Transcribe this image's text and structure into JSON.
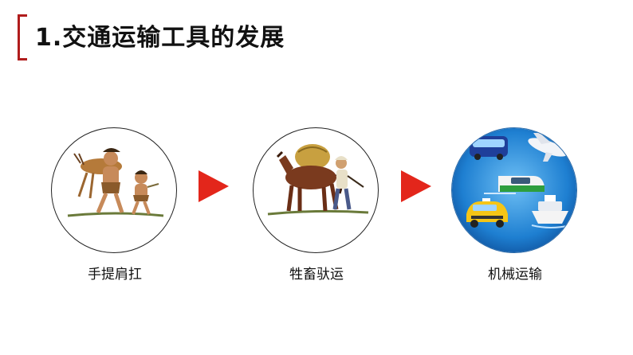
{
  "title": "1.交通运输工具的发展",
  "stages": [
    {
      "label": "手提肩扛",
      "illustration": "people-carrying-deer"
    },
    {
      "label": "牲畜驮运",
      "illustration": "horse-with-load"
    },
    {
      "label": "机械运输",
      "illustration": "bus-plane-train-taxi-ship"
    }
  ],
  "colors": {
    "accent": "#b01c1c",
    "arrow": "#e3261b",
    "blue_circle": "#1e7fd1"
  }
}
